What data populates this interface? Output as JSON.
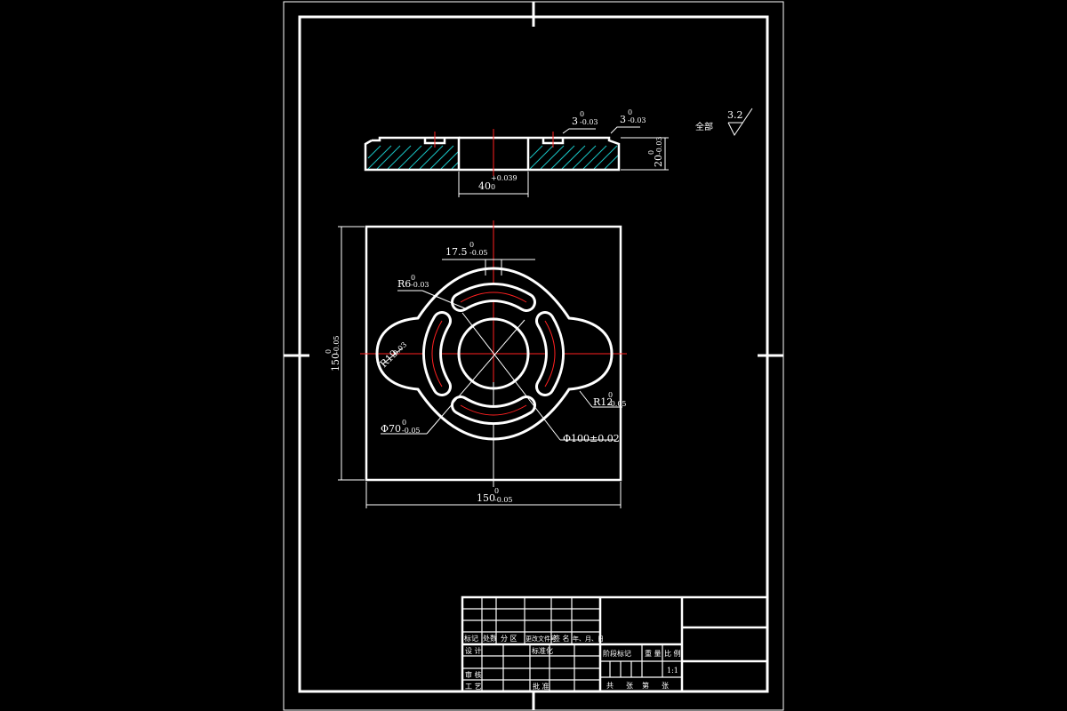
{
  "drawing": {
    "colors": {
      "background": "#000000",
      "line": "#ffffff",
      "center": "#ff2020",
      "hatch": "#19c6c6"
    },
    "section_view": {
      "dims": {
        "groove1": "3",
        "groove1_tol": "0",
        "groove1_tol_lo": "-0.03",
        "groove2": "3",
        "groove2_tol": "0",
        "groove2_tol_lo": "-0.03",
        "bore": "40",
        "bore_tol_hi": "+0.039",
        "bore_tol_lo": "0",
        "height": "20",
        "height_tol_hi": "0",
        "height_tol_lo": "-0.03"
      }
    },
    "roughness": {
      "label": "全部",
      "value": "3.2"
    },
    "plan_view": {
      "dims": {
        "slot_width": "17.5",
        "slot_tol_hi": "0",
        "slot_tol_lo": "-0.05",
        "slot_radius": "R6",
        "slot_radius_tol_hi": "0",
        "slot_radius_tol_lo": "-0.03",
        "left_radius": "R19",
        "left_radius_tol_lo": "-0.03",
        "right_radius": "R12",
        "right_radius_tol_hi": "0",
        "right_radius_tol_lo": "-0.05",
        "inner_dia": "Φ70",
        "inner_dia_tol_hi": "0",
        "inner_dia_tol_lo": "-0.05",
        "pcd": "Φ100±0.02",
        "width": "150",
        "width_tol_hi": "0",
        "width_tol_lo": "-0.05",
        "height": "150",
        "height_tol_hi": "0",
        "height_tol_lo": "-0.05"
      }
    },
    "title_block": {
      "header": [
        "标记",
        "处数",
        "分 区",
        "更改文件号",
        "签 名",
        "年、月、日"
      ],
      "rows": [
        [
          "设 计",
          "",
          "标准化"
        ],
        [
          "审 核",
          "",
          ""
        ],
        [
          "工 艺",
          "",
          "批 准"
        ]
      ],
      "stage_header": [
        "阶段标记",
        "重 量",
        "比 例"
      ],
      "scale": "1:1",
      "sheet": [
        "共",
        "张",
        "第",
        "张"
      ]
    }
  }
}
